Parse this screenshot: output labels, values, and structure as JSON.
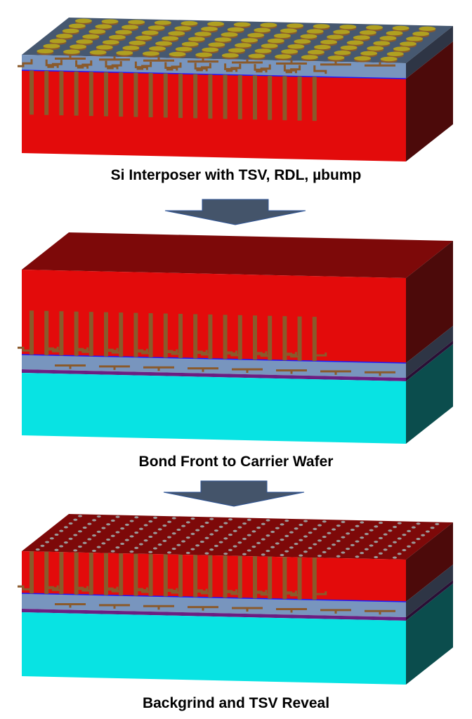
{
  "title": "Si interposer TSV reveal process flow",
  "colors": {
    "si_front": "#e30b0b",
    "si_top": "#7d0909",
    "si_side": "#4c0a0a",
    "dielectric_front": "#7895be",
    "dielectric_top": "#465870",
    "dielectric_side": "#2e3545",
    "copper": "#8a5a2b",
    "bump_gold": "#b0a020",
    "barrier_blue": "#1a1aff",
    "adhesive_purple": "#6a1f82",
    "carrier_front": "#08e3e3",
    "carrier_side": "#0b4d4d",
    "arrow_fill": "#44546a",
    "arrow_stroke": "#2f5597",
    "revealed_via": "#9a9a9a"
  },
  "steps": [
    {
      "id": "interposer",
      "caption": "Si Interposer with TSV, RDL, µbump",
      "layers": [
        "silicon",
        "TSV",
        "RDL",
        "µbump"
      ]
    },
    {
      "id": "bond",
      "caption": "Bond Front to Carrier Wafer",
      "layers": [
        "silicon",
        "TSV",
        "RDL",
        "adhesive",
        "carrier wafer"
      ]
    },
    {
      "id": "reveal",
      "caption": "Backgrind and TSV Reveal",
      "layers": [
        "thinned silicon",
        "revealed TSV",
        "RDL",
        "adhesive",
        "carrier wafer"
      ]
    }
  ],
  "arrows": [
    {
      "from": "interposer",
      "to": "bond",
      "icon": "down-arrow-icon"
    },
    {
      "from": "bond",
      "to": "reveal",
      "icon": "down-arrow-icon"
    }
  ],
  "tsv_count": 20,
  "bump_grid": {
    "rows": 7,
    "cols": 14
  },
  "via_grid": {
    "rows": 10,
    "cols": 20
  }
}
